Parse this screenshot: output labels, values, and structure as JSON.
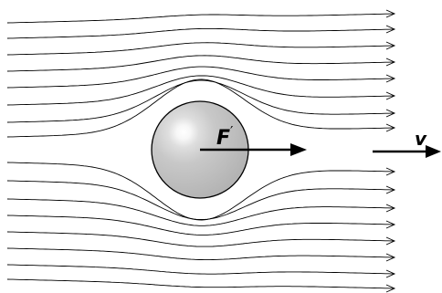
{
  "labels": {
    "force": "F",
    "force_prime": "′",
    "velocity": "v"
  },
  "colors": {
    "streamline": "#000000",
    "sphere_outer": "#b9b9b9",
    "sphere_inner": "#ffffff",
    "arrow": "#000000"
  },
  "streamline_count": 16
}
